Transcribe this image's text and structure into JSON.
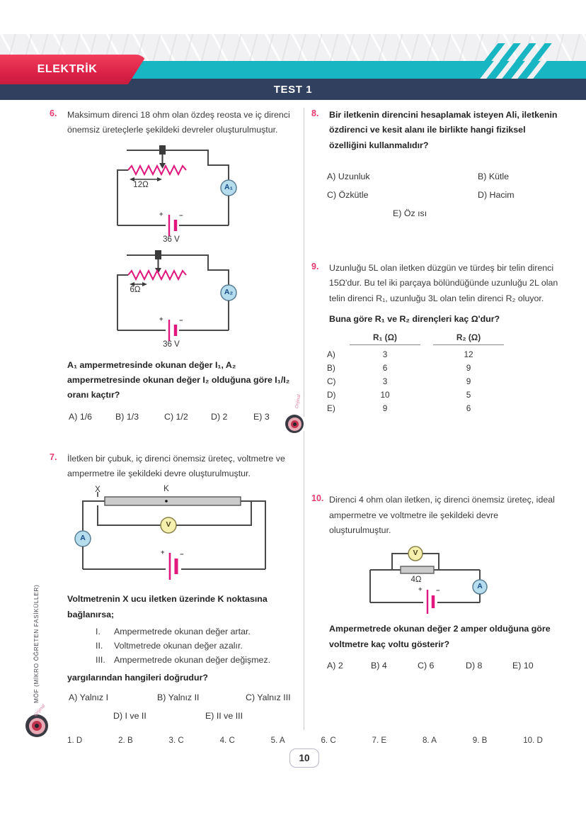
{
  "header": {
    "subject": "ELEKTRİK",
    "test_title": "TEST 1"
  },
  "brand": {
    "vertical_text": "MÖF (MİKRO ÖĞRETEN FASİKÜLLER)",
    "script_text": "Orijinal"
  },
  "symbols": {
    "plus": "+",
    "minus": "−"
  },
  "questions": {
    "q6": {
      "number": "6.",
      "stem": "Maksimum direnci 18 ohm olan özdeş reosta ve iç direnci önemsiz üreteçlerle şekildeki devreler oluşturulmuştur.",
      "circuit1": {
        "resistance": "12Ω",
        "ammeter": "A₁",
        "battery": "36 V"
      },
      "circuit2": {
        "resistance": "6Ω",
        "ammeter": "A₂",
        "battery": "36 V"
      },
      "closing": "A₁ ampermetresinde okunan değer I₁, A₂ ampermetresinde okunan değer I₂ olduğuna göre I₁/I₂ oranı kaçtır?",
      "options": [
        "A) 1/6",
        "B) 1/3",
        "C) 1/2",
        "D) 2",
        "E) 3"
      ]
    },
    "q7": {
      "number": "7.",
      "stem": "İletken bir çubuk, iç direnci önemsiz üreteç, voltmetre ve ampermetre ile şekildeki devre oluşturulmuştur.",
      "circuit": {
        "x_label": "X",
        "k_label": "K",
        "voltmeter": "V",
        "ammeter": "A"
      },
      "lead": "Voltmetrenin X ucu iletken üzerinde K noktasına bağlanırsa;",
      "statements": [
        {
          "n": "I.",
          "t": "Ampermetrede okunan değer artar."
        },
        {
          "n": "II.",
          "t": "Voltmetrede okunan değer azalır."
        },
        {
          "n": "III.",
          "t": "Ampermetrede okunan değer değişmez."
        }
      ],
      "closing": "yargılarından hangileri doğrudur?",
      "options_row1": [
        "A) Yalnız I",
        "B) Yalnız II",
        "C) Yalnız III"
      ],
      "options_row2": [
        "D) I ve II",
        "E) II ve III"
      ]
    },
    "q8": {
      "number": "8.",
      "stem": "Bir iletkenin direncini hesaplamak isteyen Ali, iletkenin özdirenci ve kesit alanı ile birlikte hangi fiziksel özelliğini kullanmalıdır?",
      "options_row1": [
        "A) Uzunluk",
        "B) Kütle"
      ],
      "options_row2": [
        "C) Özkütle",
        "D) Hacim"
      ],
      "option_e": "E) Öz ısı"
    },
    "q9": {
      "number": "9.",
      "stem": "Uzunluğu 5L olan iletken düzgün ve türdeş bir telin direnci 15Ω'dur. Bu tel iki parçaya bölündüğünde uzunluğu 2L olan telin direnci R₁, uzunluğu 3L olan telin direnci R₂ oluyor.",
      "closing": "Buna göre R₁ ve R₂ dirençleri kaç Ω'dur?",
      "table": {
        "col1": "R₁ (Ω)",
        "col2": "R₂ (Ω)",
        "rows": [
          {
            "label": "A)",
            "r1": "3",
            "r2": "12"
          },
          {
            "label": "B)",
            "r1": "6",
            "r2": "9"
          },
          {
            "label": "C)",
            "r1": "3",
            "r2": "9"
          },
          {
            "label": "D)",
            "r1": "10",
            "r2": "5"
          },
          {
            "label": "E)",
            "r1": "9",
            "r2": "6"
          }
        ]
      }
    },
    "q10": {
      "number": "10.",
      "stem": "Direnci 4 ohm olan iletken, iç direnci önemsiz üreteç, ideal ampermetre ve voltmetre ile şekildeki devre oluşturulmuştur.",
      "circuit": {
        "resistance": "4Ω",
        "voltmeter": "V",
        "ammeter": "A"
      },
      "closing": "Ampermetrede okunan değer 2 amper olduğuna göre voltmetre kaç voltu gösterir?",
      "options": [
        "A) 2",
        "B) 4",
        "C) 6",
        "D) 8",
        "E) 10"
      ]
    }
  },
  "answer_key": [
    "1. D",
    "2. B",
    "3. C",
    "4. C",
    "5. A",
    "6. C",
    "7. E",
    "8. A",
    "9. B",
    "10. D"
  ],
  "page_number": "10"
}
